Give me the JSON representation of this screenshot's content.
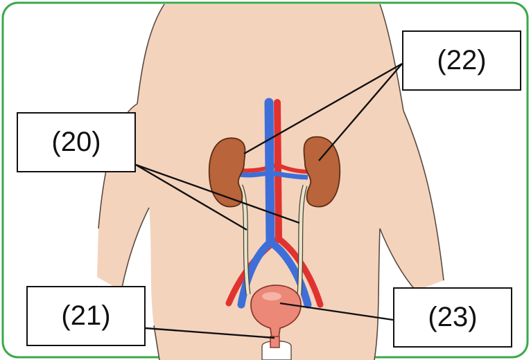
{
  "labels": {
    "label_20": "(20)",
    "label_21": "(21)",
    "label_22": "(22)",
    "label_23": "(23)"
  },
  "colors": {
    "frame": "#3aa84a",
    "skin": "#f4d3bd",
    "kidney": "#b9643a",
    "vein": "#3e6fd8",
    "artery": "#e0332f",
    "ureter": "#e7e4cb",
    "bladder": "#ec8878",
    "leader": "#111111"
  }
}
